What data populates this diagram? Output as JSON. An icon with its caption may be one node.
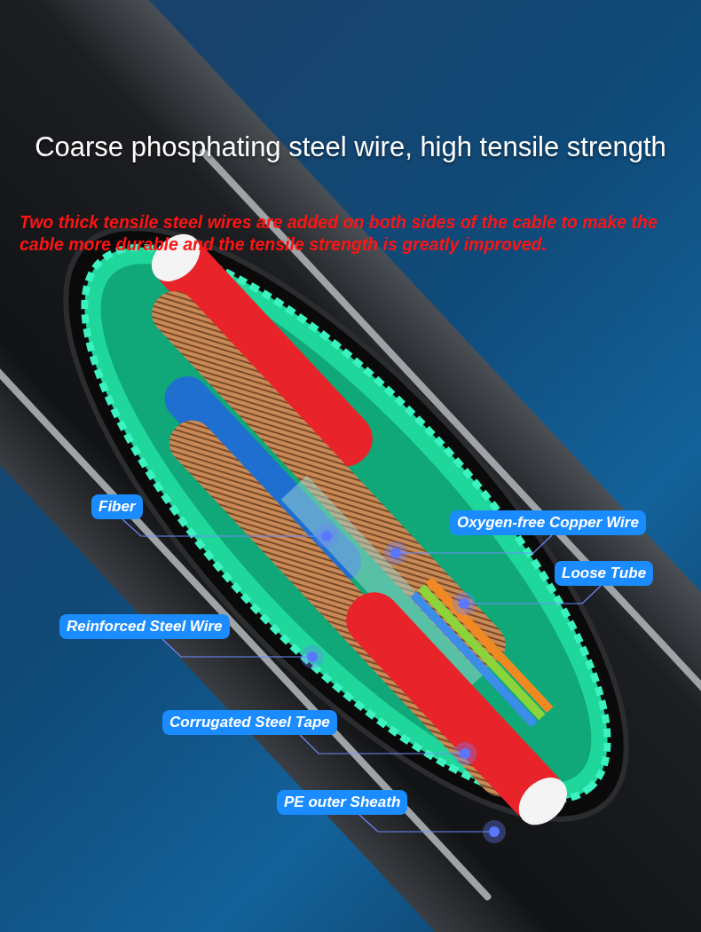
{
  "diagram": {
    "title": "Coarse phosphating steel wire, high tensile strength",
    "nodes": [
      {
        "text": [
          "Fiber"
        ]
      },
      {
        "text": [
          "Oxygen-free Copper Wire"
        ]
      },
      {
        "text": [
          "Loose Tube"
        ]
      },
      {
        "text": [
          "Reinforced Steel Wire"
        ]
      },
      {
        "text": [
          "Corrugated Steel Tape"
        ]
      },
      {
        "text": [
          "PE outer Sheath"
        ]
      },
      {
        "text": [],
        "shape": "circle"
      },
      {
        "text": [],
        "shape": "circle"
      },
      {
        "text": [],
        "shape": "circle"
      },
      {
        "text": [],
        "shape": "circle"
      },
      {
        "text": [],
        "shape": "circle"
      },
      {
        "text": [],
        "shape": "circle"
      }
    ],
    "edges": [
      {
        "from": 0,
        "to": 6,
        "arrow": "none"
      },
      {
        "from": 1,
        "to": 7,
        "arrow": "none"
      },
      {
        "from": 2,
        "to": 8,
        "arrow": "none"
      },
      {
        "from": 3,
        "to": 9,
        "arrow": "none"
      },
      {
        "from": 4,
        "to": 10,
        "arrow": "none"
      },
      {
        "from": 5,
        "to": 11,
        "arrow": "none"
      }
    ],
    "labels": [
      "Two thick tensile steel wires are added on both sides of the cable to make the cable more durable and the tensile strength is greatly improved."
    ]
  }
}
